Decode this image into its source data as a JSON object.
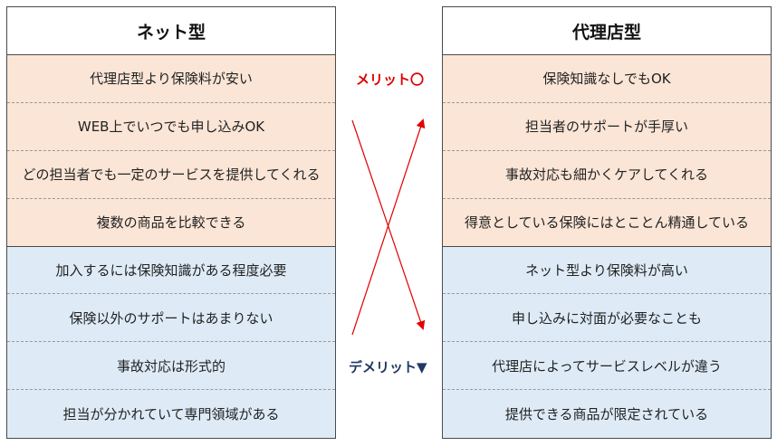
{
  "left_column": {
    "title": "ネット型",
    "merits": [
      "代理店型より保険料が安い",
      "WEB上でいつでも申し込みOK",
      "どの担当者でも一定のサービスを提供してくれる",
      "複数の商品を比較できる"
    ],
    "demerits": [
      "加入するには保険知識がある程度必要",
      "保険以外のサポートはあまりない",
      "事故対応は形式的",
      "担当が分かれていて専門領域がある"
    ]
  },
  "right_column": {
    "title": "代理店型",
    "merits": [
      "保険知識なしでもOK",
      "担当者のサポートが手厚い",
      "事故対応も細かくケアしてくれる",
      "得意としている保険にはとことん精通している"
    ],
    "demerits": [
      "ネット型より保険料が高い",
      "申し込みに対面が必要なことも",
      "代理店によってサービスレベルが違う",
      "提供できる商品が限定されている"
    ]
  },
  "labels": {
    "merit": "メリット〇",
    "demerit": "デメリット▼"
  },
  "colors": {
    "merit_row": "#fbe5d6",
    "demerit_row": "#deebf7",
    "merit_label": "#e00000",
    "demerit_label": "#1f3864",
    "arrow": "#e00000"
  }
}
